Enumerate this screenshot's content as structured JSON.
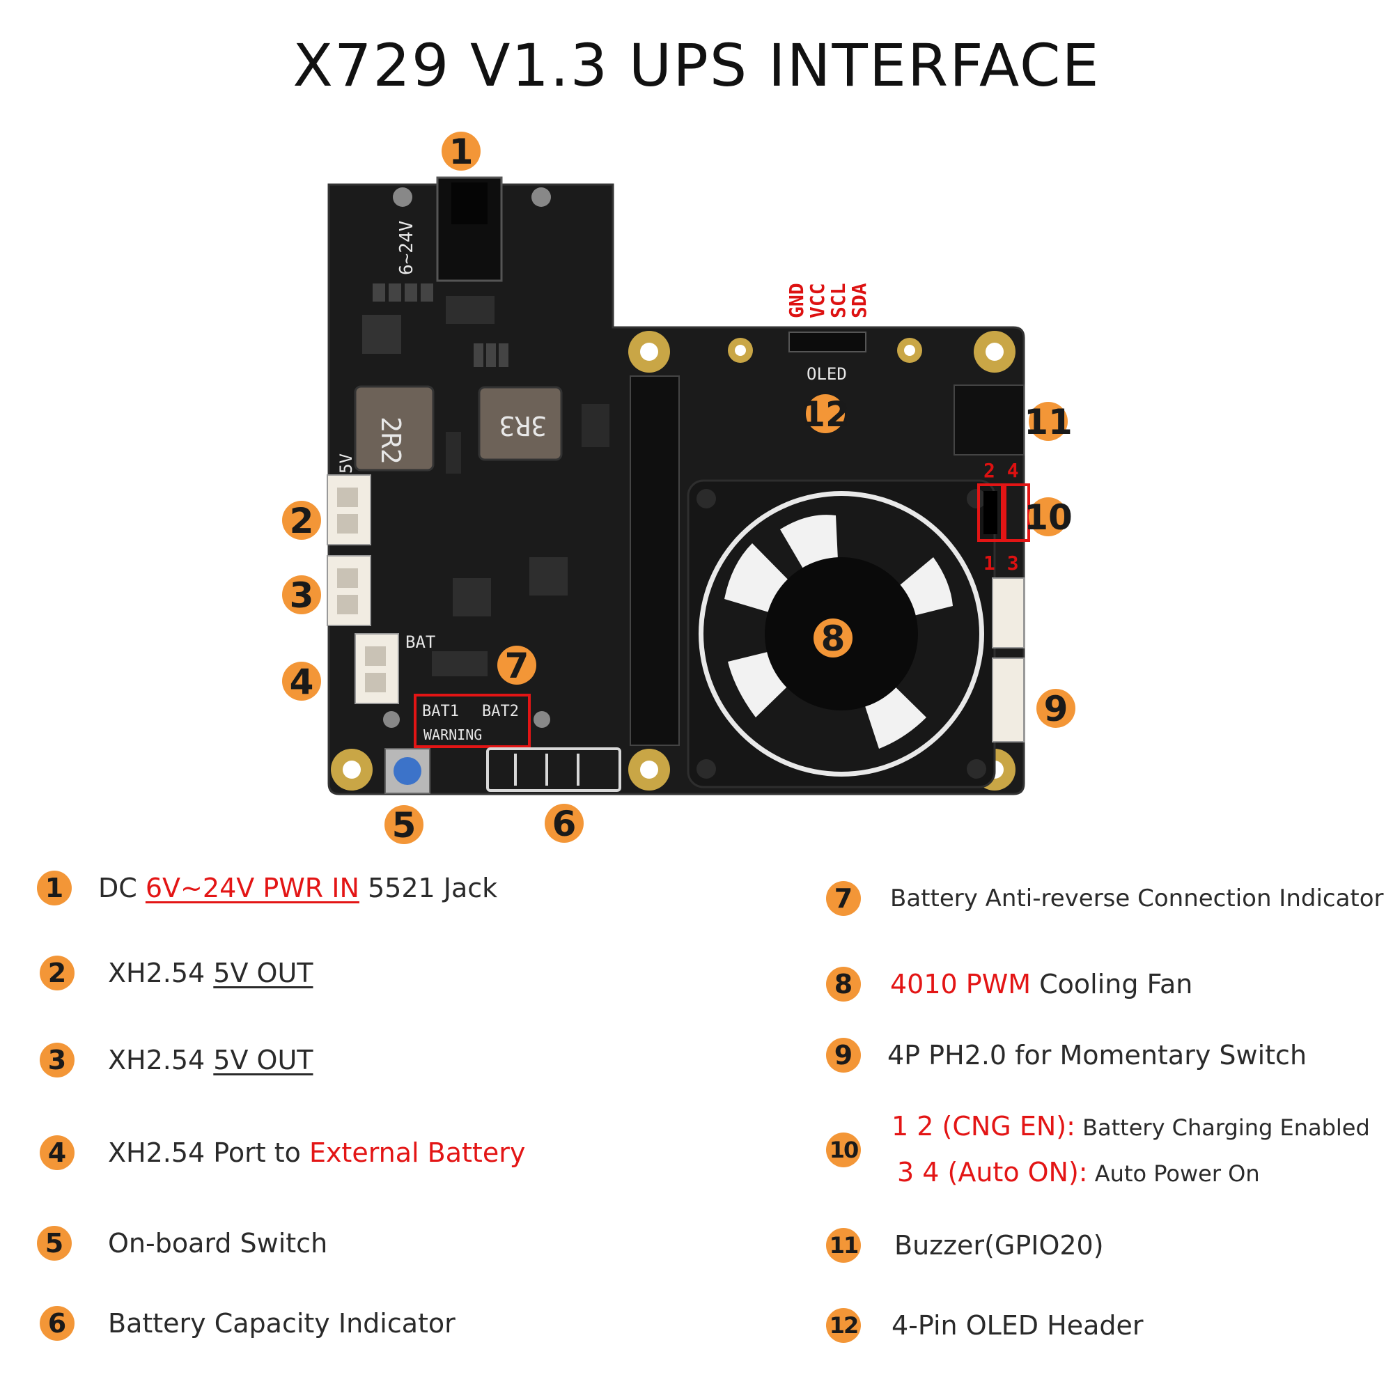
{
  "title": "X729 V1.3 UPS INTERFACE",
  "board_labels": {
    "vin_silk": "6~24V",
    "five_v_silk": "5V",
    "bat_silk": "BAT",
    "inductor1": "2R2",
    "inductor2": "3R3",
    "bat1": "BAT1",
    "bat2": "BAT2",
    "warning": "WARNING",
    "oled_silk": "OLED",
    "oled_pins": [
      "GND",
      "VCC",
      "SCL",
      "SDA"
    ],
    "jumper_top": "2 4",
    "jumper_bottom": "1 3"
  },
  "callouts": [
    "1",
    "2",
    "3",
    "4",
    "5",
    "6",
    "7",
    "8",
    "9",
    "10",
    "11",
    "12"
  ],
  "legend": {
    "item1": {
      "num": "1",
      "pre": "DC ",
      "red": "6V~24V PWR IN",
      "post": " 5521 Jack"
    },
    "item2": {
      "num": "2",
      "pre": "XH2.54 ",
      "post": "5V OUT"
    },
    "item3": {
      "num": "3",
      "pre": "XH2.54 ",
      "post": "5V OUT"
    },
    "item4": {
      "num": "4",
      "pre": "XH2.54 Port to ",
      "red": "External Battery"
    },
    "item5": {
      "num": "5",
      "text": "On-board Switch"
    },
    "item6": {
      "num": "6",
      "text": "Battery Capacity Indicator"
    },
    "item7": {
      "num": "7",
      "text": "Battery Anti-reverse Connection Indicator"
    },
    "item8": {
      "num": "8",
      "red": "4010 PWM",
      "post": " Cooling Fan"
    },
    "item9": {
      "num": "9",
      "text": "4P PH2.0 for Momentary Switch"
    },
    "item10": {
      "num": "10",
      "line1_red": "1 2 (CNG EN):",
      "line1": " Battery Charging Enabled",
      "line2_red": "3 4 (Auto ON):",
      "line2": " Auto Power On"
    },
    "item11": {
      "num": "11",
      "text": "Buzzer(GPIO20)"
    },
    "item12": {
      "num": "12",
      "text": "4-Pin OLED Header"
    }
  },
  "colors": {
    "badge": "#f39637",
    "accent_red": "#e31515",
    "pcb": "#1b1b1b",
    "gold": "#c9a646"
  }
}
